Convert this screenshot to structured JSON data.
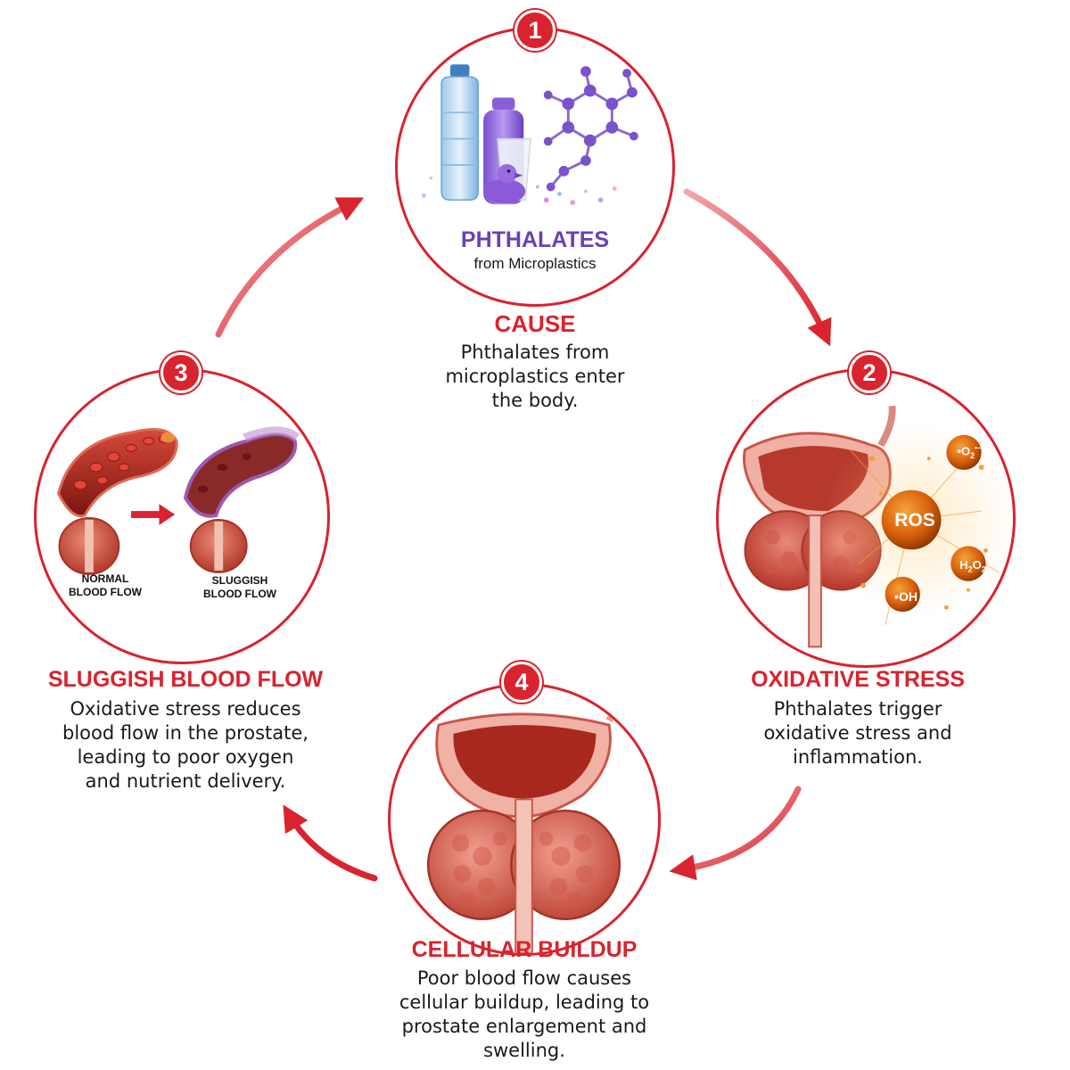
{
  "steps": [
    {
      "number": "1",
      "heading": "CAUSE",
      "description_lines": [
        "Phthalates from",
        "microplastics enter",
        "the body."
      ],
      "inner_title": "PHTHALATES",
      "inner_subtitle": "from Microplastics",
      "illustration": "water-bottle, shampoo-bottle, cup, rubber-duck, molecule"
    },
    {
      "number": "2",
      "heading": "OXIDATIVE STRESS",
      "description_lines": [
        "Phthalates trigger",
        "oxidative stress and",
        "inflammation."
      ],
      "ros_labels": {
        "ros": "ROS",
        "superoxide": "•O",
        "superoxide_sub": "2",
        "superoxide_sup": "•−",
        "peroxide": "H",
        "peroxide_sub1": "2",
        "peroxide_mid": "O",
        "peroxide_sub2": "2",
        "hydroxyl": "•OH"
      },
      "illustration": "prostate-bladder, free-radical-particles"
    },
    {
      "number": "3",
      "heading": "SLUGGISH BLOOD FLOW",
      "description_lines": [
        "Oxidative stress reduces",
        "blood flow in the prostate,",
        "leading to poor oxygen",
        "and nutrient delivery."
      ],
      "flow_labels": {
        "normal_line1": "NORMAL",
        "normal_line2": "BLOOD FLOW",
        "sluggish_line1": "SLUGGISH",
        "sluggish_line2": "BLOOD FLOW"
      },
      "illustration": "blood-vessels-with-prostate"
    },
    {
      "number": "4",
      "heading": "CELLULAR BUILDUP",
      "description_lines": [
        "Poor blood flow causes",
        "cellular buildup, leading to",
        "prostate enlargement and",
        "swelling."
      ],
      "illustration": "enlarged-prostate"
    }
  ],
  "colors": {
    "accent": "#d9232e",
    "phthalate_purple": "#6b3fb8",
    "ros_orange": "#e8720c",
    "tissue_red": "#b8362b",
    "tissue_pink": "#e0786a"
  },
  "icons": [
    "cycle-arrow-icon",
    "number-badge"
  ]
}
